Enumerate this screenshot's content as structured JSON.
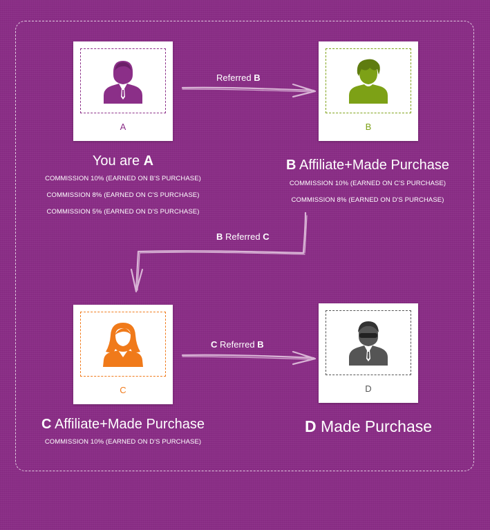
{
  "nodes": {
    "a": {
      "letter": "A",
      "color": "#8b2f88",
      "icon": "businessman-icon",
      "title_prefix": "You are",
      "title_letter": "A",
      "commissions": [
        "COMMISSION 10% (EARNED ON B'S PURCHASE)",
        "COMMISSION 8% (EARNED ON C'S PURCHASE)",
        "COMMISSION 5% (EARNED ON D'S PURCHASE)"
      ]
    },
    "b": {
      "letter": "B",
      "color": "#7da116",
      "icon": "young-man-icon",
      "title_letter": "B",
      "title_suffix": "Affiliate+Made Purchase",
      "commissions": [
        "COMMISSION 10% (EARNED ON C'S PURCHASE)",
        "COMMISSION 8% (EARNED ON D'S PURCHASE)"
      ]
    },
    "c": {
      "letter": "C",
      "color": "#f07a1a",
      "icon": "woman-icon",
      "title_letter": "C",
      "title_suffix": "Affiliate+Made Purchase",
      "commissions": [
        "COMMISSION 10% (EARNED ON D'S PURCHASE)"
      ]
    },
    "d": {
      "letter": "D",
      "color": "#555555",
      "icon": "man-sunglasses-icon",
      "title_letter": "D",
      "title_suffix": "Made Purchase"
    }
  },
  "arrows": {
    "a_to_b": {
      "text": "Referred",
      "bold": "B"
    },
    "b_to_c": {
      "bold_1": "B",
      "text": "Referred",
      "bold_2": "C"
    },
    "c_to_d": {
      "bold_1": "C",
      "text": "Referred",
      "bold_2": "B"
    }
  },
  "colors": {
    "background": "#8a2d86",
    "arrow": "#d9b4d6",
    "frame": "#ffffff"
  }
}
